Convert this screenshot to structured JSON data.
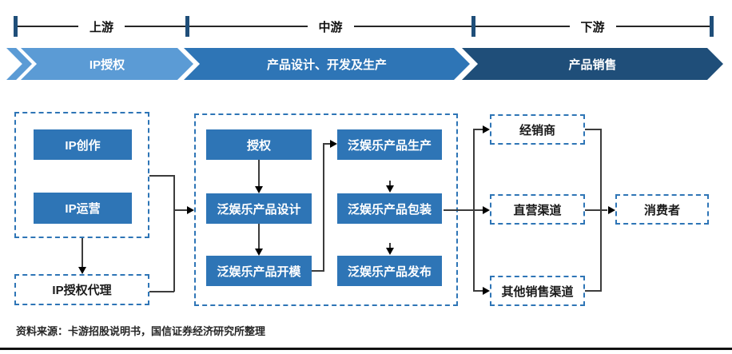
{
  "ruler": {
    "labels": [
      "上游",
      "中游",
      "下游"
    ]
  },
  "banners": [
    {
      "label": "IP授权",
      "color": "#5B9BD5"
    },
    {
      "label": "产品设计、开发及生产",
      "color": "#2E75B6"
    },
    {
      "label": "产品销售",
      "color": "#1F4E79"
    }
  ],
  "upstream": {
    "ip_boxes": [
      "IP创作",
      "IP运营"
    ],
    "agency": "IP授权代理"
  },
  "midstream": {
    "left_chain": [
      "授权",
      "泛娱乐产品设计",
      "泛娱乐产品开模"
    ],
    "right_chain": [
      "泛娱乐产品生产",
      "泛娱乐产品包装",
      "泛娱乐产品发布"
    ]
  },
  "downstream": {
    "channels": [
      "经销商",
      "直营渠道",
      "其他销售渠道"
    ],
    "consumer": "消费者"
  },
  "footer": {
    "source": "资料来源：卡游招股说明书，国信证券经济研究所整理"
  },
  "colors": {
    "banner_upstream": "#5B9BD5",
    "banner_midstream": "#2E75B6",
    "banner_downstream": "#1F4E79",
    "solid_box_fill": "#2E75B6",
    "dashed_border": "#2E75B6",
    "ruler_bar": "#1F4E79",
    "connector": "#3c3c3c"
  }
}
